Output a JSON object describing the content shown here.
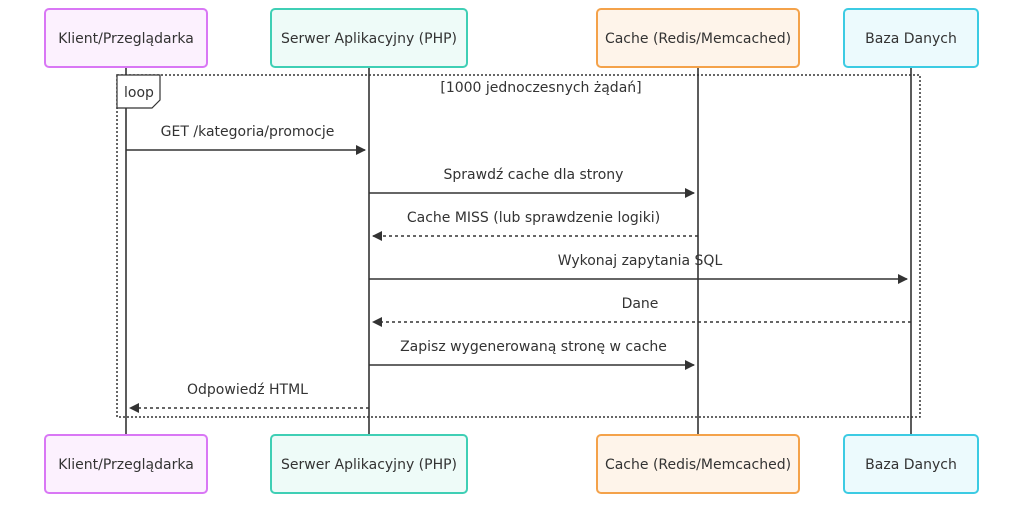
{
  "participants": [
    {
      "id": "client",
      "label": "Klient/Przeglądarka",
      "stroke": "#d977f5",
      "fill": "#fcf1fe"
    },
    {
      "id": "app",
      "label": "Serwer Aplikacyjny (PHP)",
      "stroke": "#3fcfb5",
      "fill": "#eefbf8"
    },
    {
      "id": "cache",
      "label": "Cache (Redis/Memcached)",
      "stroke": "#f4a24a",
      "fill": "#fef4ea"
    },
    {
      "id": "db",
      "label": "Baza Danych",
      "stroke": "#3ccbe3",
      "fill": "#ecfafd"
    }
  ],
  "loop": {
    "keyword": "loop",
    "condition": "[1000 jednoczesnych żądań]"
  },
  "messages": [
    {
      "from": "client",
      "to": "app",
      "label": "GET /kategoria/promocje",
      "style": "solid"
    },
    {
      "from": "app",
      "to": "cache",
      "label": "Sprawdź cache dla strony",
      "style": "solid"
    },
    {
      "from": "cache",
      "to": "app",
      "label": "Cache MISS (lub sprawdzenie logiki)",
      "style": "dashed"
    },
    {
      "from": "app",
      "to": "db",
      "label": "Wykonaj zapytania SQL",
      "style": "solid"
    },
    {
      "from": "db",
      "to": "app",
      "label": "Dane",
      "style": "dashed"
    },
    {
      "from": "app",
      "to": "cache",
      "label": "Zapisz wygenerowaną stronę w cache",
      "style": "solid"
    },
    {
      "from": "app",
      "to": "client",
      "label": "Odpowiedź HTML",
      "style": "dashed"
    }
  ],
  "colors": {
    "line": "#333333",
    "loop_border": "#333333"
  }
}
